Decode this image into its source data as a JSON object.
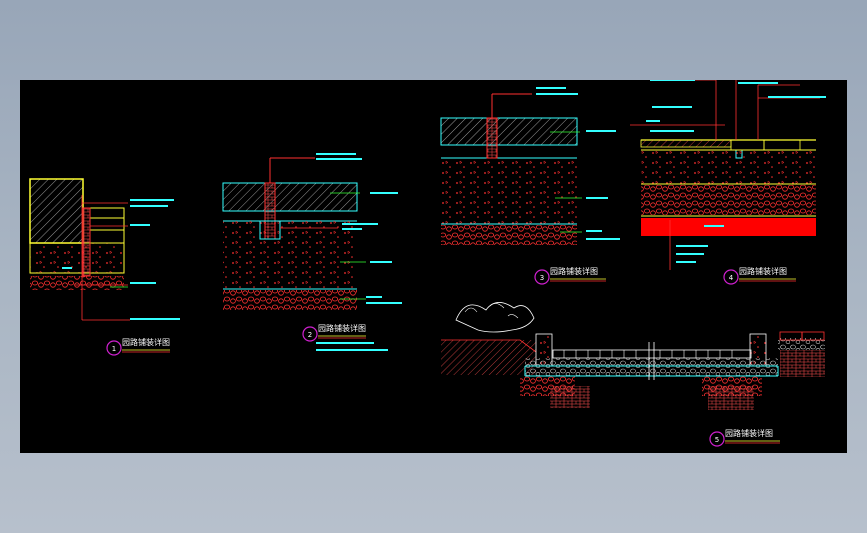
{
  "viewport": {
    "background": "#000000",
    "page_background": "#a5b1c1"
  },
  "colors": {
    "line_red": "#ff2a2a",
    "line_yellow": "#ffff33",
    "line_cyan": "#33ffff",
    "line_white": "#ffffff",
    "marker_magenta": "#d020d0",
    "fill_red": "#ff0000",
    "leader_green": "#33ff33"
  },
  "details": [
    {
      "number": "1",
      "title": "园路铺装详图"
    },
    {
      "number": "2",
      "title": "园路铺装详图"
    },
    {
      "number": "3",
      "title": "园路铺装详图"
    },
    {
      "number": "4",
      "title": "园路铺装详图"
    },
    {
      "number": "5",
      "title": "园路铺装详图"
    }
  ]
}
